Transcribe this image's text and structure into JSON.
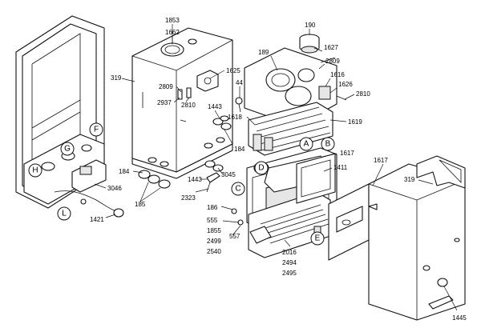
{
  "diagram": {
    "part_numbers": {
      "p1853": "1853",
      "p1662": "1662",
      "p319a": "319",
      "p1625": "1625",
      "p2809a": "2809",
      "p2937": "2937",
      "p2810a": "2810",
      "p1443a": "1443",
      "p184a": "184",
      "p184b": "184",
      "p3045": "3045",
      "p1443b": "1443",
      "p2323": "2323",
      "p185": "185",
      "p3046": "3046",
      "p1421": "1421",
      "p190": "190",
      "p1627": "1627",
      "p189": "189",
      "p2809b": "2809",
      "p44": "44",
      "p1616": "1616",
      "p1626": "1626",
      "p2810b": "2810",
      "p1618": "1618",
      "p1619": "1619",
      "p1617a": "1617",
      "p1411": "1411",
      "p1617b": "1617",
      "p319b": "319",
      "p186": "186",
      "p555": "555",
      "p1855": "1855",
      "p2499": "2499",
      "p2540": "2540",
      "p557": "557",
      "p2016": "2016",
      "p2494": "2494",
      "p2495": "2495",
      "p1445": "1445"
    },
    "callouts": {
      "F": "F",
      "G": "G",
      "H": "H",
      "L": "L",
      "C": "C",
      "A": "A",
      "B": "B",
      "D": "D",
      "E": "E"
    }
  }
}
